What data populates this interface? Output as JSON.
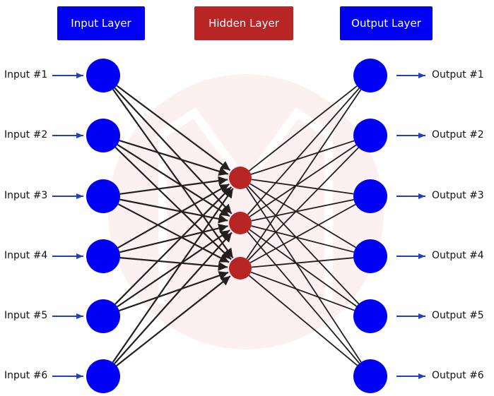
{
  "layers": {
    "input": {
      "label": "Input Layer",
      "color": "#0000f5"
    },
    "hidden": {
      "label": "Hidden Layer",
      "color": "#b82525"
    },
    "output": {
      "label": "Output Layer",
      "color": "#0000f5"
    }
  },
  "inputs": [
    "Input #1",
    "Input #2",
    "Input #3",
    "Input #4",
    "Input #5",
    "Input #6"
  ],
  "hidden_count": 3,
  "outputs": [
    "Output #1",
    "Output #2",
    "Output #3",
    "Output #4",
    "Output #5",
    "Output #6"
  ],
  "colors": {
    "edge": "#231f20",
    "io_arrow": "#2340b8",
    "watermark": "#fdf0f1"
  }
}
